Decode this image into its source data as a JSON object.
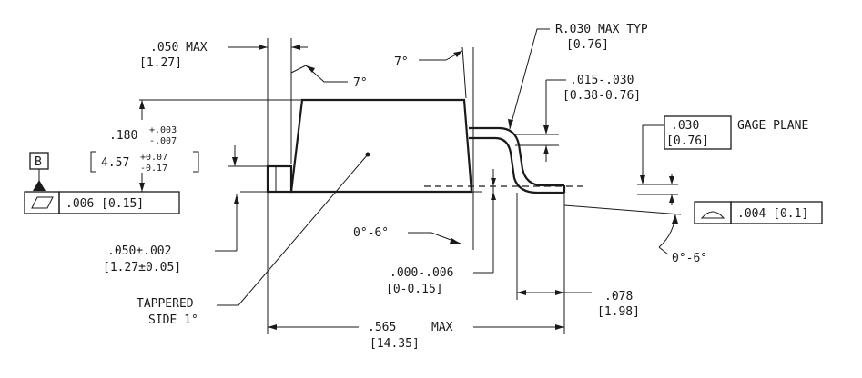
{
  "labels": {
    "width_max": ".050  MAX",
    "width_max_mm": "[1.27]",
    "draft_angle_left": "7°",
    "draft_angle_right": "7°",
    "radius": "R.030  MAX TYP",
    "radius_mm": "[0.76]",
    "lead_thickness": ".015-.030",
    "lead_thickness_mm": "[0.38-0.76]",
    "gage_value": ".030",
    "gage_value_mm": "[0.76]",
    "gage_plane": "GAGE PLANE",
    "height_main": ".180",
    "height_tol_plus": "+.003",
    "height_tol_minus": "-.007",
    "height_mm": "4.57",
    "height_mm_tol_plus": "+0.07",
    "height_mm_tol_minus": "-0.17",
    "datum": "B",
    "flatness": ".006 [0.15]",
    "coplanarity": ".004 [0.1]",
    "standoff": ".050±.002",
    "standoff_mm": "[1.27±0.05]",
    "angle_lead_bottom": "0°-6°",
    "angle_lead_right": "0°-6°",
    "lead_standoff": ".000-.006",
    "lead_standoff_mm": "[0-0.15]",
    "lead_length": ".078",
    "lead_length_mm": "[1.98]",
    "tapered": "TAPPERED",
    "tapered_side": "SIDE 1°",
    "overall_max": ".565",
    "overall_max_word": "MAX",
    "overall_mm": "[14.35]"
  }
}
